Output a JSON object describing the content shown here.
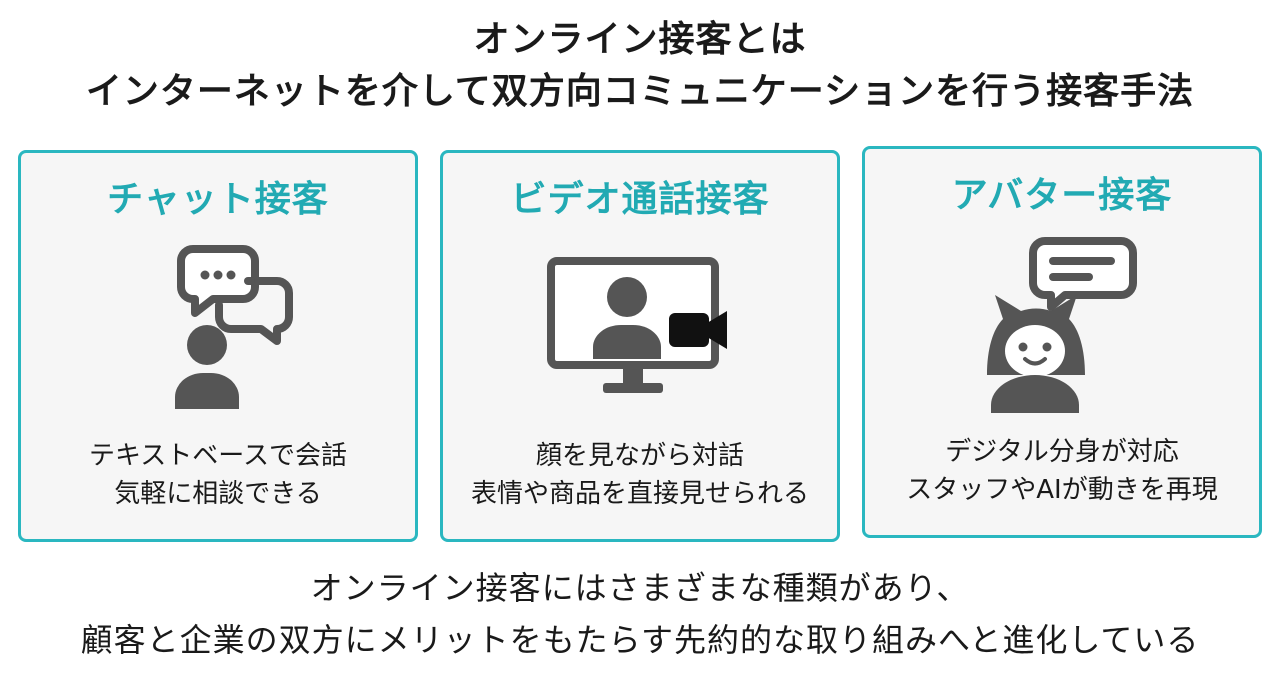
{
  "title": {
    "line1": "オンライン接客とは",
    "line2": "インターネットを介して双方向コミュニケーションを行う接客手法"
  },
  "cards": [
    {
      "title": "チャット接客",
      "icon": "chat-person-icon",
      "desc_line1": "テキストベースで会話",
      "desc_line2": "気軽に相談できる"
    },
    {
      "title": "ビデオ通話接客",
      "icon": "video-call-icon",
      "desc_line1": "顔を見ながら対話",
      "desc_line2": "表情や商品を直接見せられる"
    },
    {
      "title": "アバター接客",
      "icon": "avatar-icon",
      "desc_line1": "デジタル分身が対応",
      "desc_line2": "スタッフやAIが動きを再現"
    }
  ],
  "footer": {
    "line1": "オンライン接客にはさまざまな種類があり、",
    "line2": "顧客と企業の双方にメリットをもたらす先約的な取り組みへと進化している"
  },
  "colors": {
    "accent": "#2ab7c0",
    "card_title": "#22aab3",
    "card_bg": "#f6f6f6",
    "icon": "#555555"
  }
}
